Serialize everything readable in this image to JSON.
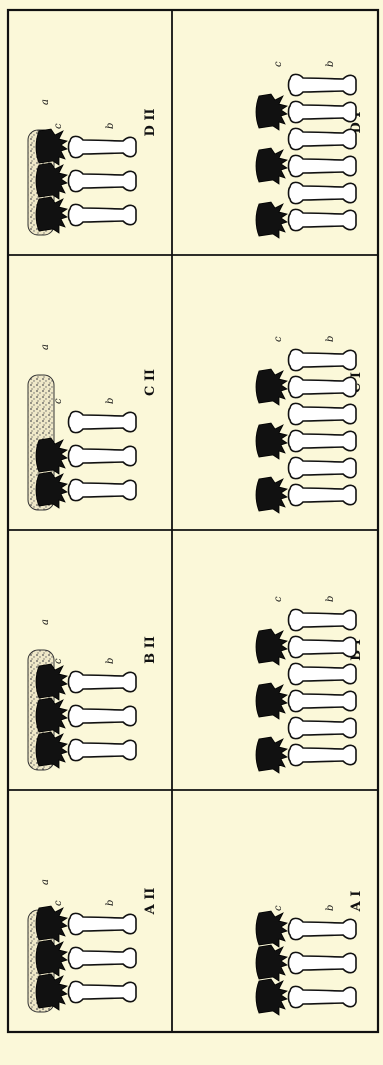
{
  "colors": {
    "paper": "#fbf8d9",
    "ink": "#111111",
    "fill": "#ffffff",
    "stipple": "#d9d1b8"
  },
  "icons": {
    "head": "dark-fringed-head-icon",
    "limb": "bone-shaped-limb-icon",
    "mass": "stippled-rod-icon"
  },
  "panels": [
    {
      "id": "D1",
      "label": "D I",
      "markers": [
        "c",
        "b"
      ],
      "content": {
        "rows": 6,
        "heads": 3,
        "base": false
      }
    },
    {
      "id": "D2",
      "label": "D II",
      "markers": [
        "c",
        "b",
        "a"
      ],
      "content": {
        "rows": 3,
        "heads": 3,
        "base": true,
        "base_rows": 3
      }
    },
    {
      "id": "C1",
      "label": "C I",
      "markers": [
        "c",
        "b"
      ],
      "content": {
        "rows": 6,
        "heads": 3,
        "base": false
      }
    },
    {
      "id": "C2",
      "label": "C II",
      "markers": [
        "c",
        "b",
        "a"
      ],
      "content": {
        "rows": 3,
        "heads": 2,
        "base": true,
        "base_rows": 3
      }
    },
    {
      "id": "B1",
      "label": "B I",
      "markers": [
        "c",
        "b"
      ],
      "content": {
        "rows": 6,
        "heads": 3,
        "base": false
      }
    },
    {
      "id": "B2",
      "label": "B II",
      "markers": [
        "c",
        "b",
        "a"
      ],
      "content": {
        "rows": 3,
        "heads": 3,
        "base": true,
        "base_rows": 3
      }
    },
    {
      "id": "A1",
      "label": "A I",
      "markers": [
        "c",
        "b"
      ],
      "content": {
        "rows": 3,
        "heads": 3,
        "base": false
      }
    },
    {
      "id": "A2",
      "label": "A II",
      "markers": [
        "c",
        "b",
        "a"
      ],
      "content": {
        "rows": 3,
        "heads": 3,
        "base": true,
        "base_rows": 3
      }
    }
  ]
}
